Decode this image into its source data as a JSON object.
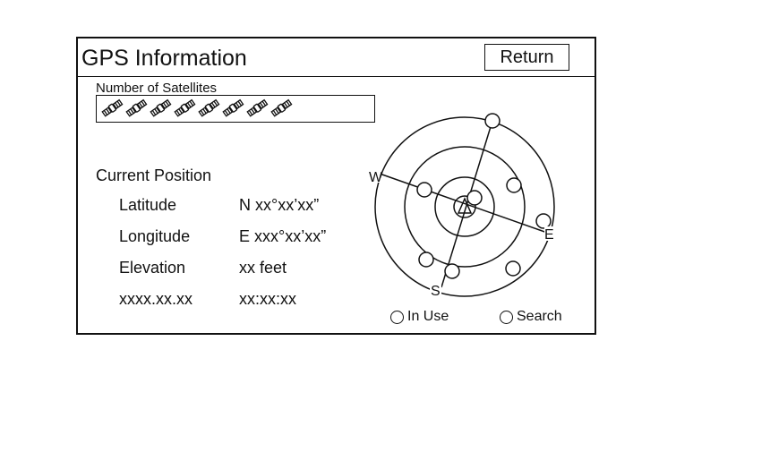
{
  "header": {
    "title": "GPS Information",
    "return_label": "Return"
  },
  "satellites": {
    "label": "Number of Satellites",
    "count": 8,
    "icon": "satellite-icon"
  },
  "position": {
    "heading": "Current Position",
    "rows": [
      {
        "key": "Latitude",
        "value": "N xx°xx’xx”"
      },
      {
        "key": "Longitude",
        "value": "E xxx°xx’xx”"
      },
      {
        "key": "Elevation",
        "value": "xx feet"
      },
      {
        "key": "xxxx.xx.xx",
        "value": "xx:xx:xx"
      }
    ]
  },
  "radar": {
    "directions": {
      "west": "W",
      "east": "E",
      "south": "S"
    }
  },
  "legend": {
    "in_use": "In Use",
    "search": "Search"
  }
}
